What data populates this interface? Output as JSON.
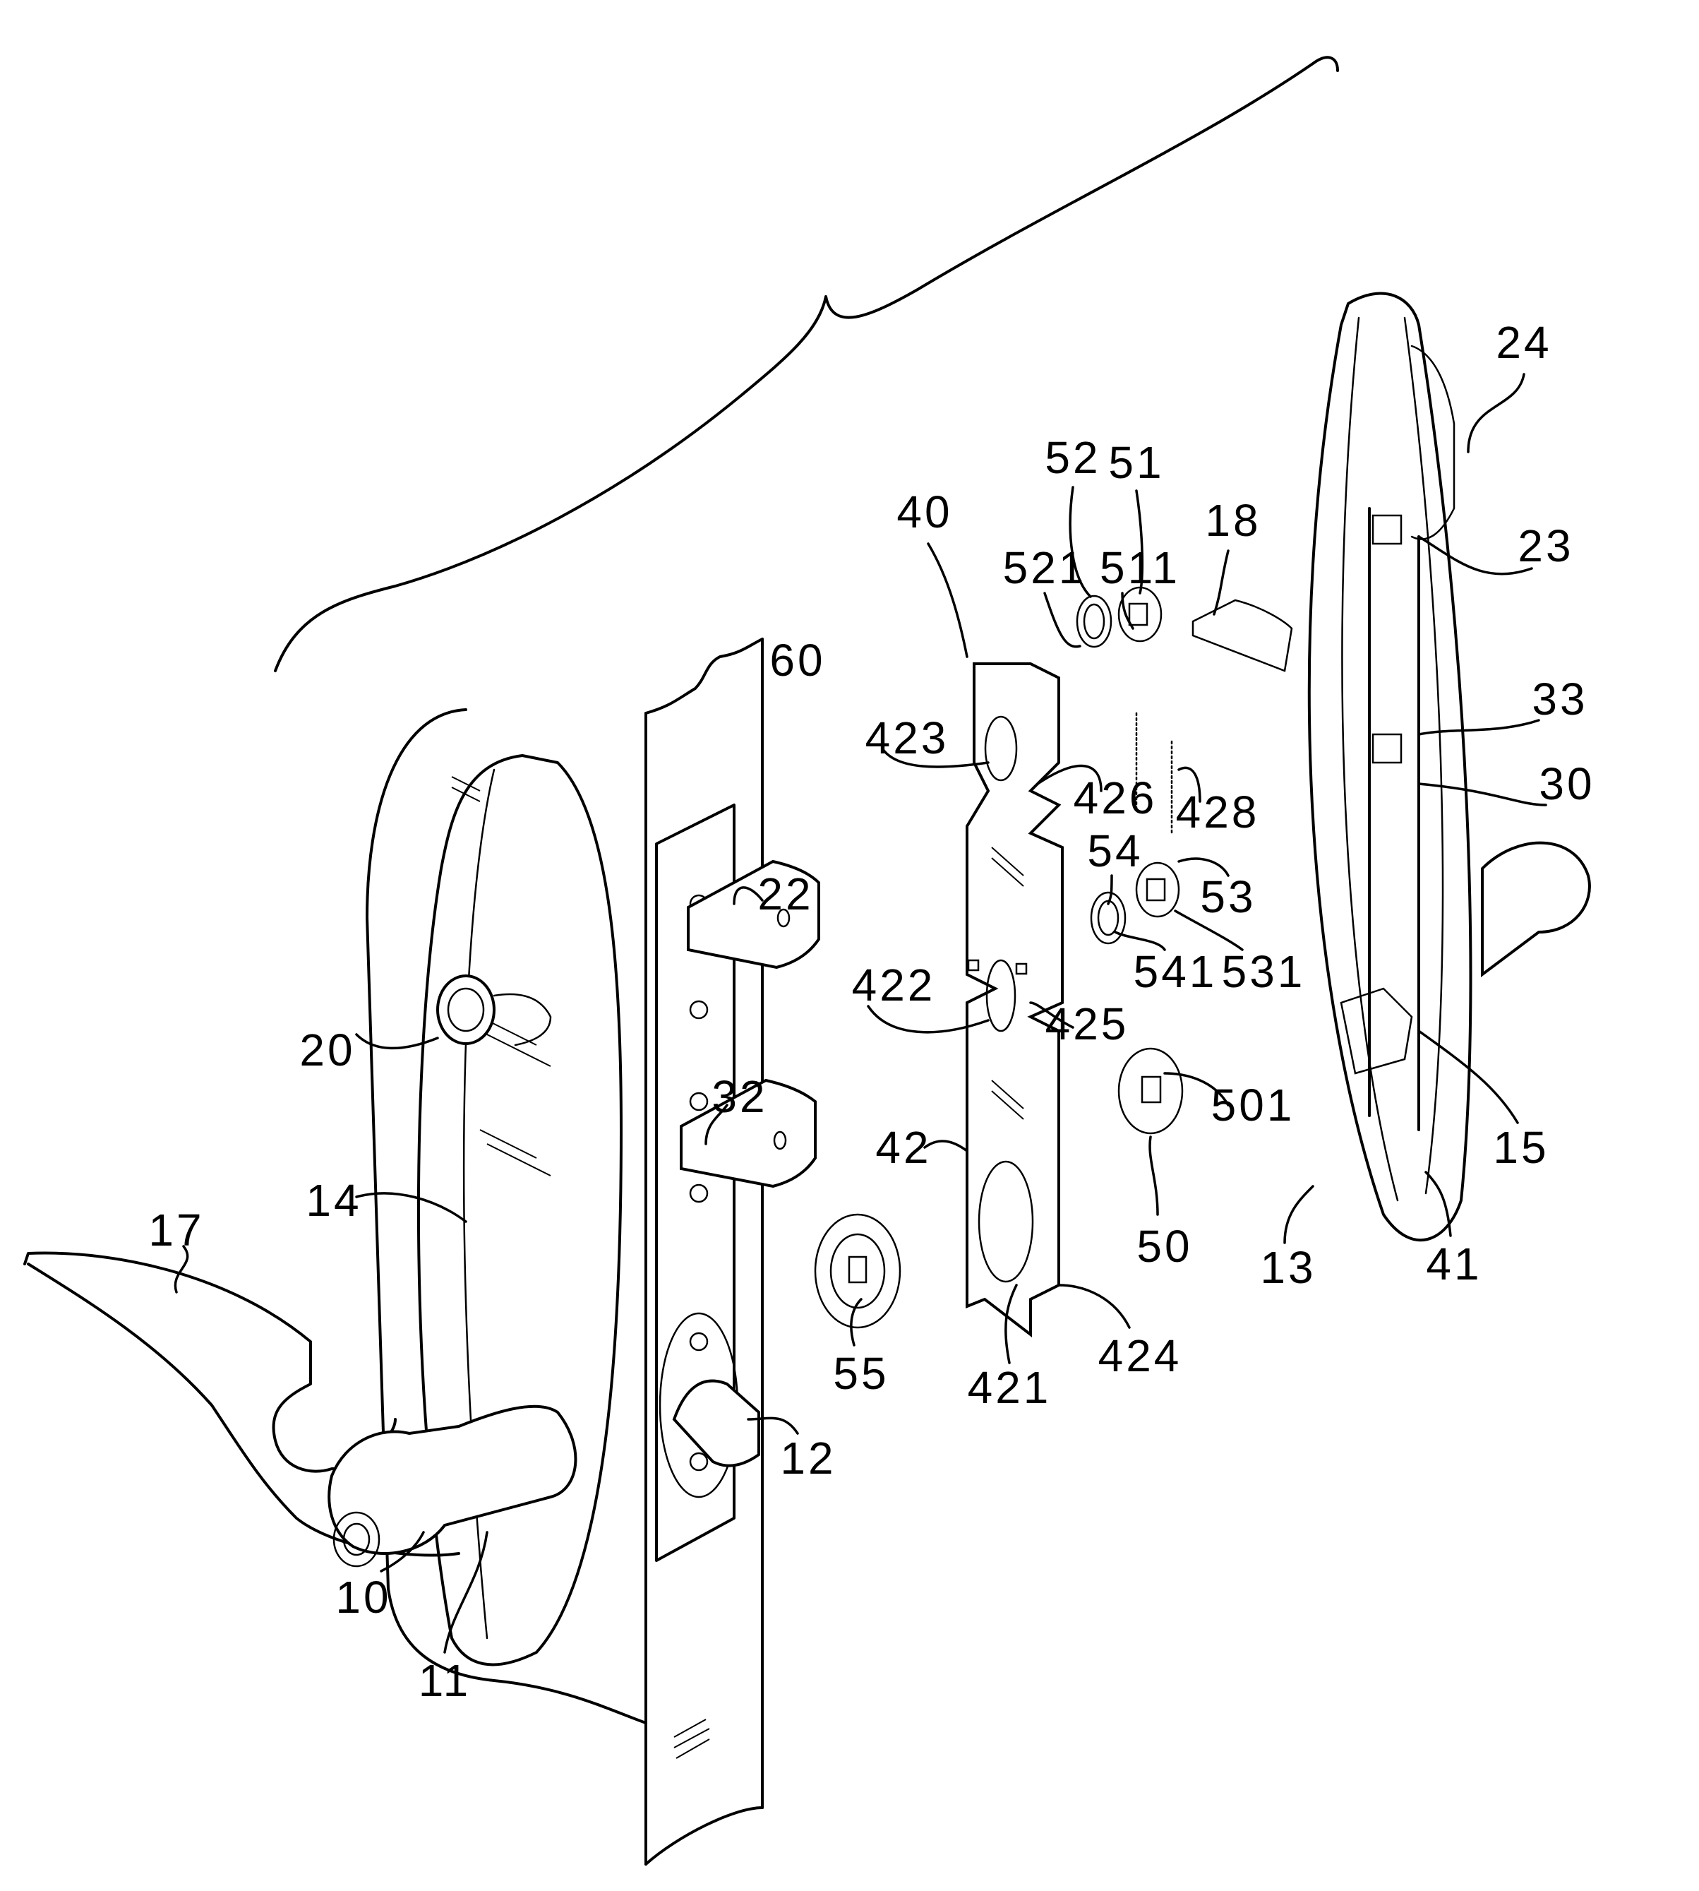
{
  "figure": {
    "type": "patent exploded-view drawing",
    "subject": "door lock assembly",
    "background_color": "#ffffff",
    "line_color": "#000000"
  },
  "reference_numerals": {
    "r10": "10",
    "r11": "11",
    "r12": "12",
    "r13": "13",
    "r14": "14",
    "r15": "15",
    "r17": "17",
    "r18": "18",
    "r20": "20",
    "r22": "22",
    "r23": "23",
    "r24": "24",
    "r30": "30",
    "r32": "32",
    "r33": "33",
    "r40": "40",
    "r41": "41",
    "r42": "42",
    "r421": "421",
    "r422": "422",
    "r423": "423",
    "r424": "424",
    "r425": "425",
    "r426": "426",
    "r428": "428",
    "r50": "50",
    "r501": "501",
    "r51": "51",
    "r511": "511",
    "r52": "52",
    "r521": "521",
    "r53": "53",
    "r531": "531",
    "r54": "54",
    "r541": "541",
    "r55": "55",
    "r60": "60"
  }
}
